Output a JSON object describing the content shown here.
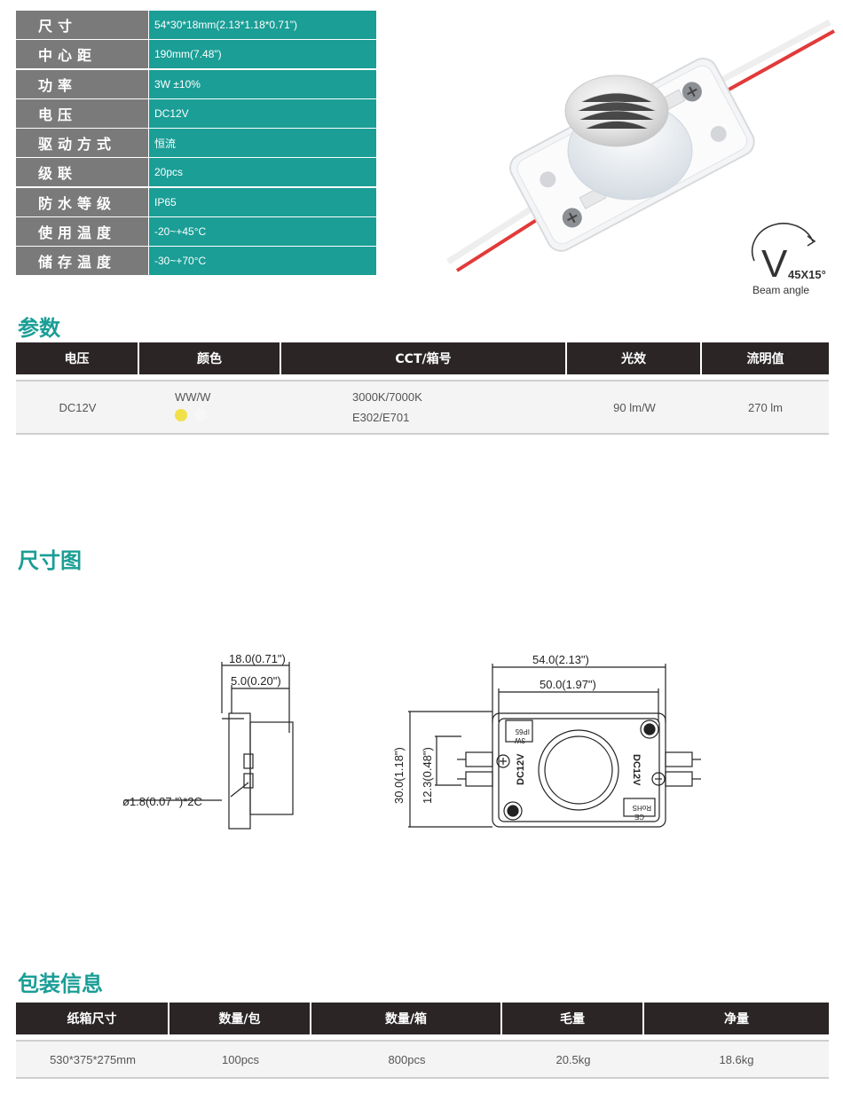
{
  "specs": [
    {
      "key": "尺寸",
      "value": "54*30*18mm(2.13*1.18*0.71\")"
    },
    {
      "key": "中心距",
      "value": "190mm(7.48\")"
    },
    {
      "key": "功率",
      "value": "3W ±10%"
    },
    {
      "key": "电压",
      "value": "DC12V"
    },
    {
      "key": "驱动方式",
      "value": "恒流"
    },
    {
      "key": "级联",
      "value": "20pcs"
    },
    {
      "key": "防水等级",
      "value": "IP65"
    },
    {
      "key": "使用温度",
      "value": "-20~+45°C"
    },
    {
      "key": "储存温度",
      "value": "-30~+70°C"
    }
  ],
  "beam": {
    "angle": "45X15°",
    "label": "Beam angle",
    "letter": "V"
  },
  "module_labels": {
    "top": "DC12V",
    "ce": "CE",
    "rohs": "RoHS"
  },
  "sections": {
    "params": "参数",
    "dimensions": "尺寸图",
    "packing": "包装信息"
  },
  "params_table": {
    "headers": [
      "电压",
      "颜色",
      "CCT/箱号",
      "光效",
      "流明值"
    ],
    "row": {
      "voltage": "DC12V",
      "color": "WW/W",
      "cct": "3000K/7000K",
      "bin": "E302/E701",
      "efficacy": "90 lm/W",
      "lumen": "270 lm"
    },
    "swatches": [
      "#f1e04a",
      "#f7f7f7"
    ]
  },
  "drawing": {
    "side_width": "18.0(0.71\")",
    "side_offset": "5.0(0.20\")",
    "wire": "ø1.8(0.07  \")*2C",
    "total_length": "54.0(2.13\")",
    "hole_distance": "50.0(1.97\")",
    "height": "30.0(1.18\")",
    "wire_pitch": "12.3(0.48\")",
    "label_left": "DC12V",
    "label_right": "DC12V",
    "tag_top_a": "IP65",
    "tag_top_b": "3W",
    "tag_bot_a": "RoHS",
    "tag_bot_b": "CE"
  },
  "packing_table": {
    "headers": [
      "纸箱尺寸",
      "数量/包",
      "数量/箱",
      "毛量",
      "净量"
    ],
    "row": [
      "530*375*275mm",
      "100pcs",
      "800pcs",
      "20.5kg",
      "18.6kg"
    ]
  }
}
